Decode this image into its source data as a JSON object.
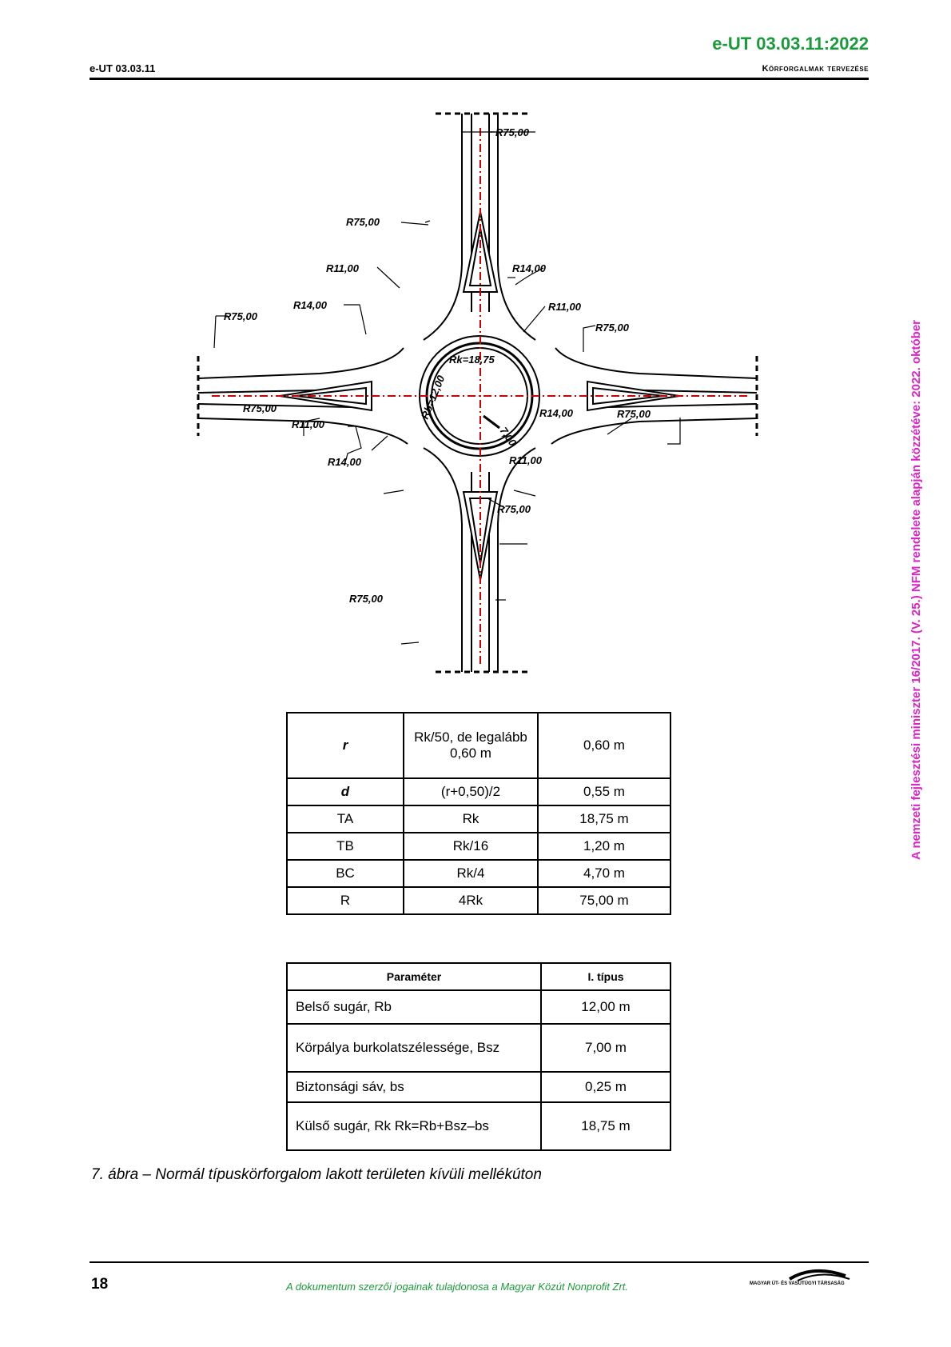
{
  "header": {
    "doc_code": "e-UT 03.03.11:2022",
    "left": "e-UT 03.03.11",
    "right": "Körforgalmak tervezése"
  },
  "side_note": "A nemzeti fejlesztési miniszter 16/2017. (V. 25.) NFM rendelete alapján közzétéve: 2022. október",
  "diagram": {
    "labels": {
      "r75_top": "R75,00",
      "r75_upper_left": "R75,00",
      "r11_upper_left": "R11,00",
      "r14_upper_right": "R14,00",
      "r14_left": "R14,00",
      "r11_right": "R11,00",
      "r75_left": "R75,00",
      "r75_right": "R75,00",
      "r75_lower_left": "R75,00",
      "r11_lower_left": "R11,00",
      "r14_lower_right": "R14,00",
      "r75_lower_right": "R75,00",
      "r14_bottom_left": "R14,00",
      "r11_bottom_right": "R11,00",
      "r75_bottom_right": "R75,00",
      "r75_bottom": "R75,00",
      "rb": "Rb=12,00",
      "rk": "Rk=18,75",
      "width": "7,00"
    }
  },
  "table1": {
    "rows": [
      {
        "param": "r",
        "formula": "Rk/50, de legalább 0,60 m",
        "value": "0,60 m"
      },
      {
        "param": "d",
        "formula": "(r+0,50)/2",
        "value": "0,55 m"
      },
      {
        "param": "TA",
        "formula": "Rk",
        "value": "18,75 m"
      },
      {
        "param": "TB",
        "formula": "Rk/16",
        "value": "1,20 m"
      },
      {
        "param": "BC",
        "formula": "Rk/4",
        "value": "4,70 m"
      },
      {
        "param": "R",
        "formula": "4Rk",
        "value": "75,00 m"
      }
    ]
  },
  "table2": {
    "headers": [
      "Paraméter",
      "I. típus"
    ],
    "rows": [
      {
        "label": "Belső sugár, Rb",
        "value": "12,00 m"
      },
      {
        "label": "Körpálya burkolatszélessége, Bsz",
        "value": "7,00 m"
      },
      {
        "label": "Biztonsági sáv, bs",
        "value": "0,25 m"
      },
      {
        "label": "Külső sugár, Rk Rk=Rb+Bsz–bs",
        "value": "18,75 m"
      }
    ]
  },
  "caption": "7. ábra – Normál típuskörforgalom lakott területen kívüli mellékúton",
  "footer": {
    "page": "18",
    "copyright": "A dokumentum szerzői jogainak tulajdonosa a Magyar Közút Nonprofit Zrt.",
    "logo_text": "MAGYAR ÚT- ÉS VASÚTÜGYI TÁRSASÁG"
  },
  "colors": {
    "doc_code": "#1a9a3a",
    "side_note": "#e020c8",
    "axis": "#cc0000"
  }
}
